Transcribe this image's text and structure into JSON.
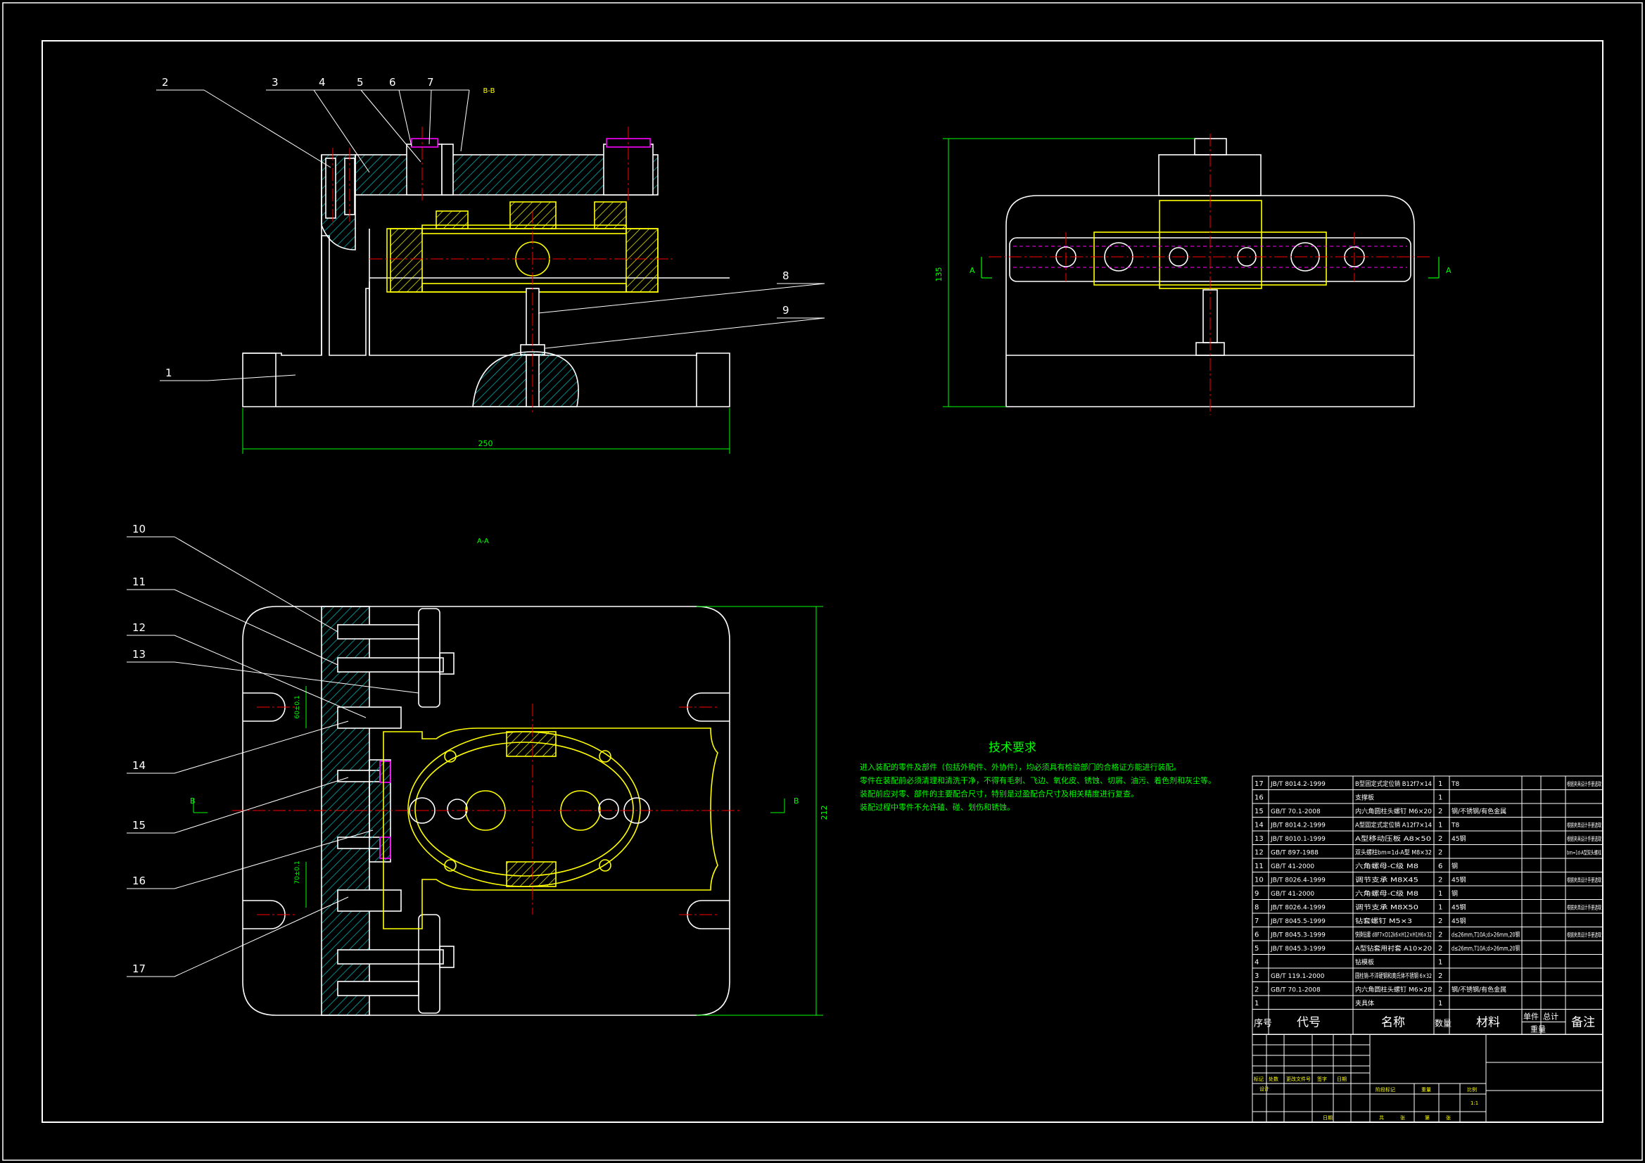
{
  "views": {
    "front_label": "B-B",
    "section_label": "A-A",
    "cut_a_left": "A",
    "cut_a_right": "A",
    "cut_b_left": "B",
    "cut_b_right": "B"
  },
  "dimensions": {
    "front_width": "250",
    "side_height": "135",
    "plan_height": "212",
    "dim_small_1": "60±0.1",
    "dim_small_2": "70±0.1"
  },
  "balloons": [
    "1",
    "2",
    "3",
    "4",
    "5",
    "6",
    "7",
    "8",
    "9",
    "10",
    "11",
    "12",
    "13",
    "14",
    "15",
    "16",
    "17"
  ],
  "technical_requirements": {
    "title": "技术要求",
    "notes": [
      "进入装配的零件及部件（包括外购件、外协件），均必须具有检验部门的合格证方能进行装配。",
      "零件在装配前必须清理和清洗干净，不得有毛刺、飞边、氧化皮、锈蚀、切屑、油污、着色剂和灰尘等。",
      "装配前应对零、部件的主要配合尺寸，特别是过盈配合尺寸及相关精度进行复查。",
      "装配过程中零件不允许磕、碰、划伤和锈蚀。"
    ]
  },
  "bom": {
    "headers": [
      "序号",
      "代号",
      "名称",
      "数量",
      "材料",
      "单件",
      "总计",
      "备注"
    ],
    "mass_label": "重量",
    "rows": [
      {
        "no": "17",
        "code": "JB/T 8014.2-1999",
        "name": "B型固定式定位销 B12f7×14",
        "qty": "1",
        "mat": "T8",
        "note": "根据夹具设计手册选取"
      },
      {
        "no": "16",
        "code": "",
        "name": "支撑板",
        "qty": "1",
        "mat": "",
        "note": ""
      },
      {
        "no": "15",
        "code": "GB/T 70.1-2008",
        "name": "内六角圆柱头螺钉 M6×20",
        "qty": "2",
        "mat": "钢/不锈钢/有色金属",
        "note": ""
      },
      {
        "no": "14",
        "code": "JB/T 8014.2-1999",
        "name": "A型固定式定位销 A12f7×14",
        "qty": "1",
        "mat": "T8",
        "note": "根据夹具设计手册选取"
      },
      {
        "no": "13",
        "code": "JB/T 8010.1-1999",
        "name": "A型移动压板 A8×50",
        "qty": "2",
        "mat": "45钢",
        "note": "根据夹具设计手册选取"
      },
      {
        "no": "12",
        "code": "GB/T 897-1988",
        "name": "双头螺柱bm=1d-A型 M8×32",
        "qty": "2",
        "mat": "",
        "note": "bm=1d-A型双头螺柱"
      },
      {
        "no": "11",
        "code": "GB/T 41-2000",
        "name": "六角螺母-C级 M8",
        "qty": "6",
        "mat": "钢",
        "note": ""
      },
      {
        "no": "10",
        "code": "JB/T 8026.4-1999",
        "name": "调节支承 M8X45",
        "qty": "2",
        "mat": "45钢",
        "note": "根据夹具设计手册选取"
      },
      {
        "no": "9",
        "code": "GB/T 41-2000",
        "name": "六角螺母-C级 M8",
        "qty": "1",
        "mat": "钢",
        "note": ""
      },
      {
        "no": "8",
        "code": "JB/T 8026.4-1999",
        "name": "调节支承 M8X50",
        "qty": "1",
        "mat": "45钢",
        "note": "根据夹具设计手册选取"
      },
      {
        "no": "7",
        "code": "JB/T 8045.5-1999",
        "name": "钻套螺钉 M5×3",
        "qty": "2",
        "mat": "45钢",
        "note": ""
      },
      {
        "no": "6",
        "code": "JB/T 8045.3-1999",
        "name": "快换钻套 d8F7×D12k6×H12×H1H6×32",
        "qty": "2",
        "mat": "d≤26mm,T10A;d>26mm,20钢",
        "note": "根据夹具设计手册选取"
      },
      {
        "no": "5",
        "code": "JB/T 8045.3-1999",
        "name": "A型钻套用衬套 A10×20",
        "qty": "2",
        "mat": "d≤26mm,T10A;d>26mm,20钢",
        "note": ""
      },
      {
        "no": "4",
        "code": "",
        "name": "钻模板",
        "qty": "1",
        "mat": "",
        "note": ""
      },
      {
        "no": "3",
        "code": "GB/T 119.1-2000",
        "name": "圆柱销-不淬硬钢和奥氏体不锈钢 6×32",
        "qty": "2",
        "mat": "",
        "note": ""
      },
      {
        "no": "2",
        "code": "GB/T 70.1-2008",
        "name": "内六角圆柱头螺钉 M6×28",
        "qty": "2",
        "mat": "钢/不锈钢/有色金属",
        "note": ""
      },
      {
        "no": "1",
        "code": "",
        "name": "夹具体",
        "qty": "1",
        "mat": "",
        "note": ""
      }
    ]
  },
  "title_block": {
    "mark_row": [
      "标记",
      "处数",
      "更改文件号",
      "签字",
      "日期"
    ],
    "design_label": "设计",
    "stage_label": [
      "阶段标记",
      "重量",
      "比例"
    ],
    "scale": "1:1",
    "sheet_row": [
      "共",
      "张",
      "第",
      "张"
    ],
    "date_label": "日期"
  },
  "colors": {
    "background": "#000000",
    "outline": "#ffffff",
    "centerline": "#ff0000",
    "dimension": "#00ff00",
    "hatch": "#00c0c0",
    "part_yellow": "#ffff00",
    "magenta": "#ff00ff",
    "table_text": "#ffffff",
    "header_text": "#ffff00"
  }
}
